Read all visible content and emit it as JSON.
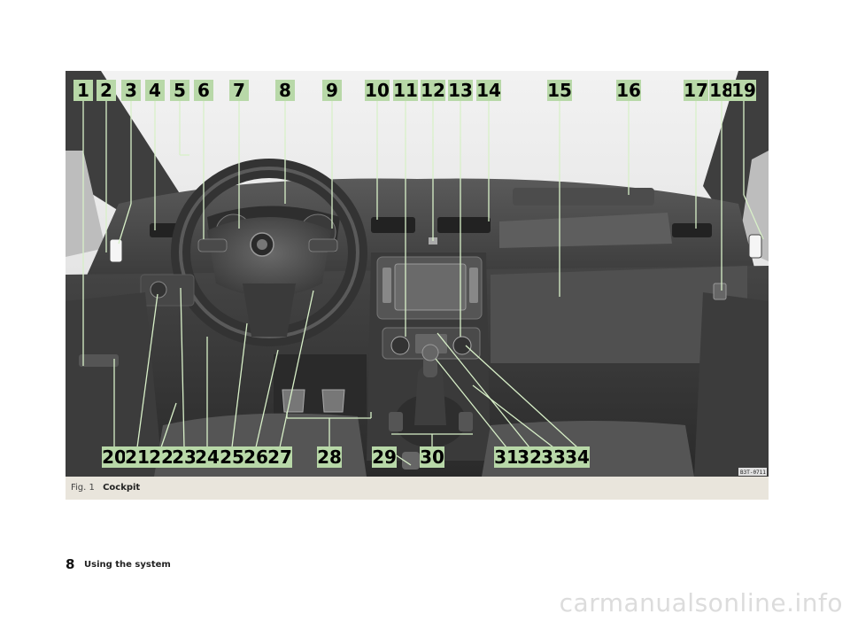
{
  "figure": {
    "callouts_top": [
      "1",
      "2",
      "3",
      "4",
      "5",
      "6",
      "7",
      "8",
      "9",
      "10",
      "11",
      "12",
      "13",
      "14",
      "15",
      "16",
      "17",
      "18",
      "19"
    ],
    "callouts_bottom": [
      "20",
      "21",
      "22",
      "23",
      "24",
      "25",
      "26",
      "27",
      "28",
      "29",
      "30",
      "31",
      "32",
      "33",
      "34"
    ],
    "image_code": "B3T-0711",
    "colors": {
      "callout_box": "#b8d8a8",
      "leader_line": "#d8f0c8",
      "sky": "#e8e8e8",
      "dashboard": "#4a4a4a"
    }
  },
  "caption": {
    "label": "Fig. 1",
    "title": "Cockpit"
  },
  "footer": {
    "page_number": "8",
    "section": "Using the system"
  },
  "watermark": "carmanualsonline.info"
}
